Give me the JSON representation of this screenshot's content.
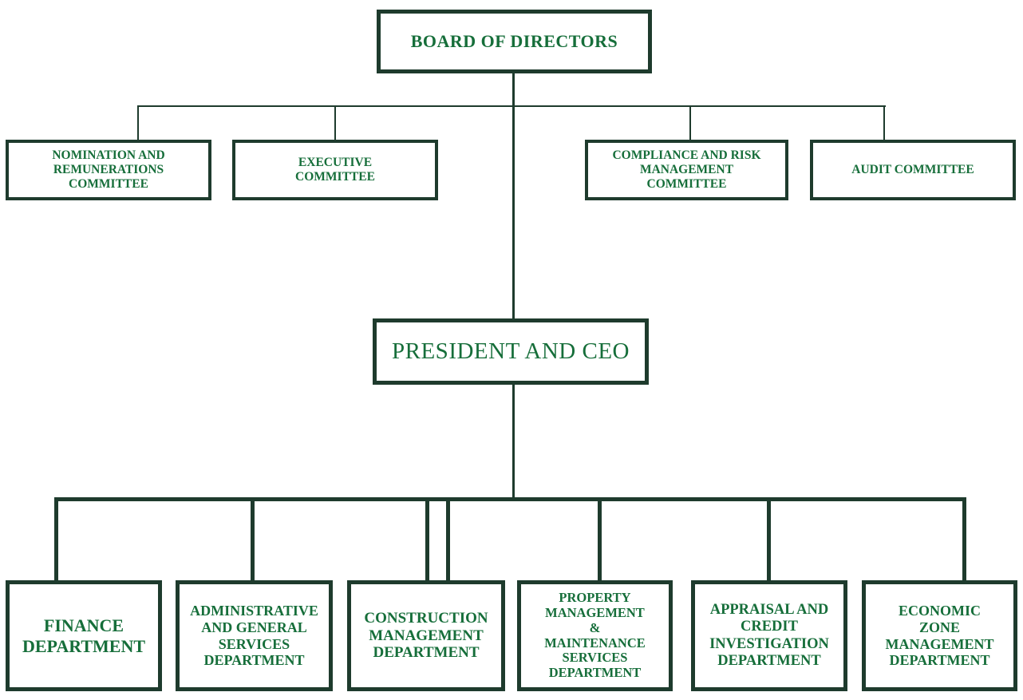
{
  "colors": {
    "line": "#1e3b2d",
    "box_border": "#1e3b2d",
    "text": "#166e3a",
    "background": "#ffffff"
  },
  "org_chart": {
    "board": {
      "label": "BOARD OF DIRECTORS"
    },
    "committees": [
      {
        "id": "nomination-and-remunerations-committee",
        "label": "NOMINATION AND\nREMUNERATIONS\nCOMMITTEE"
      },
      {
        "id": "executive-committee",
        "label": "EXECUTIVE\nCOMMITTEE"
      },
      {
        "id": "compliance-and-risk-management-committee",
        "label": "COMPLIANCE AND RISK\nMANAGEMENT\nCOMMITTEE"
      },
      {
        "id": "audit-committee",
        "label": "AUDIT COMMITTEE"
      }
    ],
    "president": {
      "label": "PRESIDENT AND CEO"
    },
    "departments": [
      {
        "id": "finance-department",
        "label": "FINANCE\nDEPARTMENT"
      },
      {
        "id": "administrative-and-general-services-department",
        "label": "ADMINISTRATIVE\nAND GENERAL\nSERVICES\nDEPARTMENT"
      },
      {
        "id": "construction-management-department",
        "label": "CONSTRUCTION\nMANAGEMENT\nDEPARTMENT"
      },
      {
        "id": "property-management-and-maintenance-services-department",
        "label": "PROPERTY\nMANAGEMENT\n&\nMAINTENANCE\nSERVICES\nDEPARTMENT"
      },
      {
        "id": "appraisal-and-credit-investigation-department",
        "label": "APPRAISAL AND\nCREDIT\nINVESTIGATION\nDEPARTMENT"
      },
      {
        "id": "economic-zone-management-department",
        "label": "ECONOMIC\nZONE\nMANAGEMENT\nDEPARTMENT"
      }
    ]
  }
}
